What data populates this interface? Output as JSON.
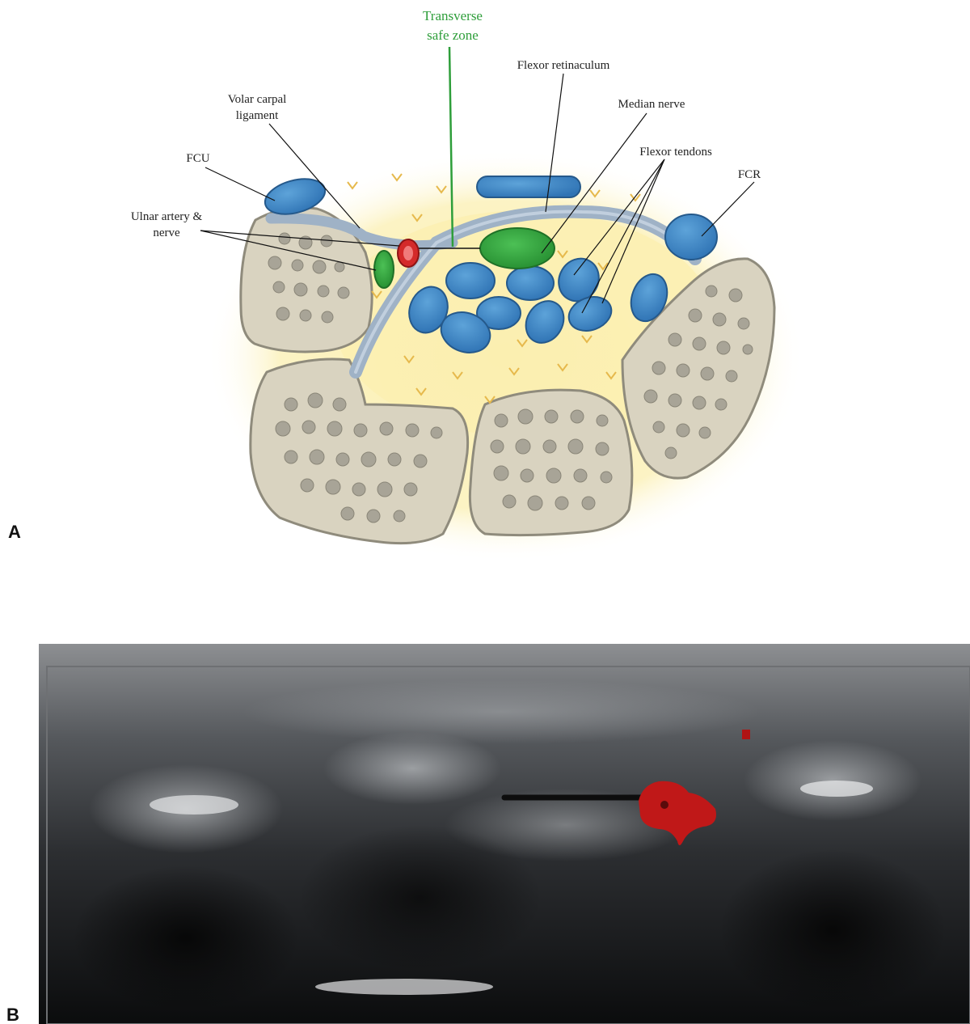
{
  "panels": {
    "a_letter": "A",
    "b_letter": "B"
  },
  "labels": {
    "safe_zone_line1": "Transverse",
    "safe_zone_line2": "safe zone",
    "flexor_retinaculum": "Flexor retinaculum",
    "volar_line1": "Volar carpal",
    "volar_line2": "ligament",
    "median_nerve": "Median nerve",
    "flexor_tendons": "Flexor tendons",
    "fcu": "FCU",
    "fcr": "FCR",
    "ulnar_line1": "Ulnar artery &",
    "ulnar_line2": "nerve"
  },
  "colors": {
    "tendon_blue": "#3f86c6",
    "nerve_green": "#32a83e",
    "artery_red": "#d42a2a",
    "bone": "#d8d2bf",
    "fat_yellow": "#fbf1b8",
    "ligament": "#9fb2c6",
    "safe_zone_green": "#2e9e3a",
    "doppler_red": "#c01818"
  }
}
